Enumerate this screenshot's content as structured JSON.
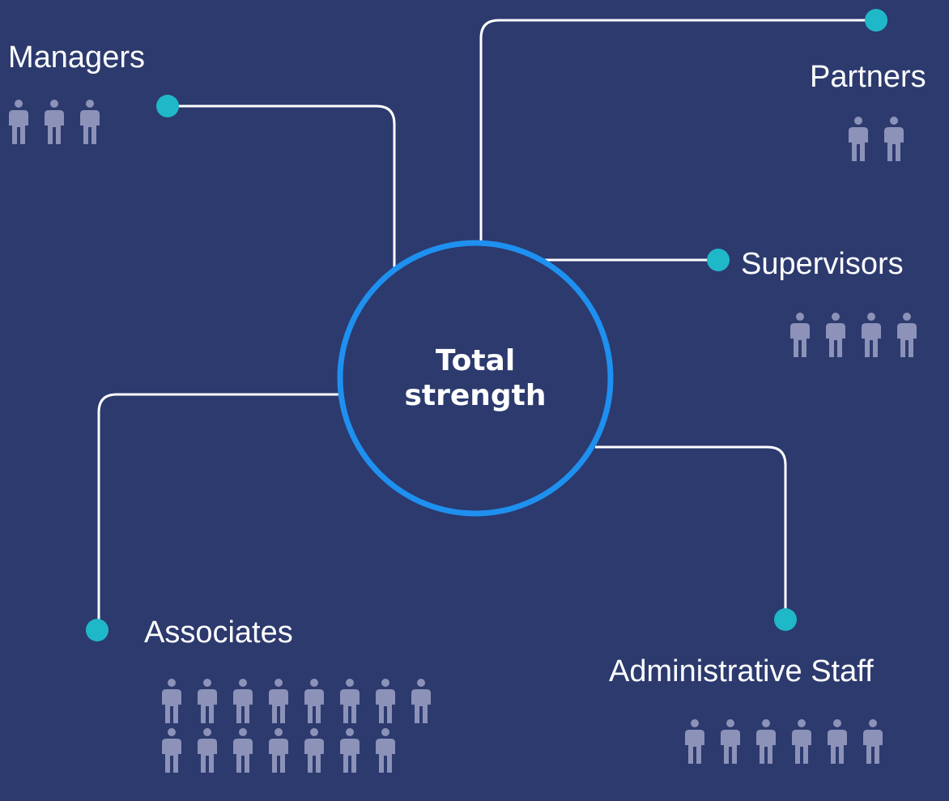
{
  "center": {
    "title": "Total strength"
  },
  "groups": {
    "managers": {
      "label": "Managers",
      "count": 3
    },
    "partners": {
      "label": "Partners",
      "count": 2
    },
    "supervisors": {
      "label": "Supervisors",
      "count": 4
    },
    "associates": {
      "label": "Associates",
      "count": 15
    },
    "admin_staff": {
      "label": "Administrative Staff",
      "count": 6
    }
  },
  "colors": {
    "background": "#2c3a6e",
    "circle_ring": "#1e90f0",
    "connector_dot": "#1fb8c8",
    "connector_line": "#ffffff",
    "person_icon": "#8c92b8",
    "text": "#ffffff"
  },
  "icons": {
    "person": "person-icon"
  }
}
